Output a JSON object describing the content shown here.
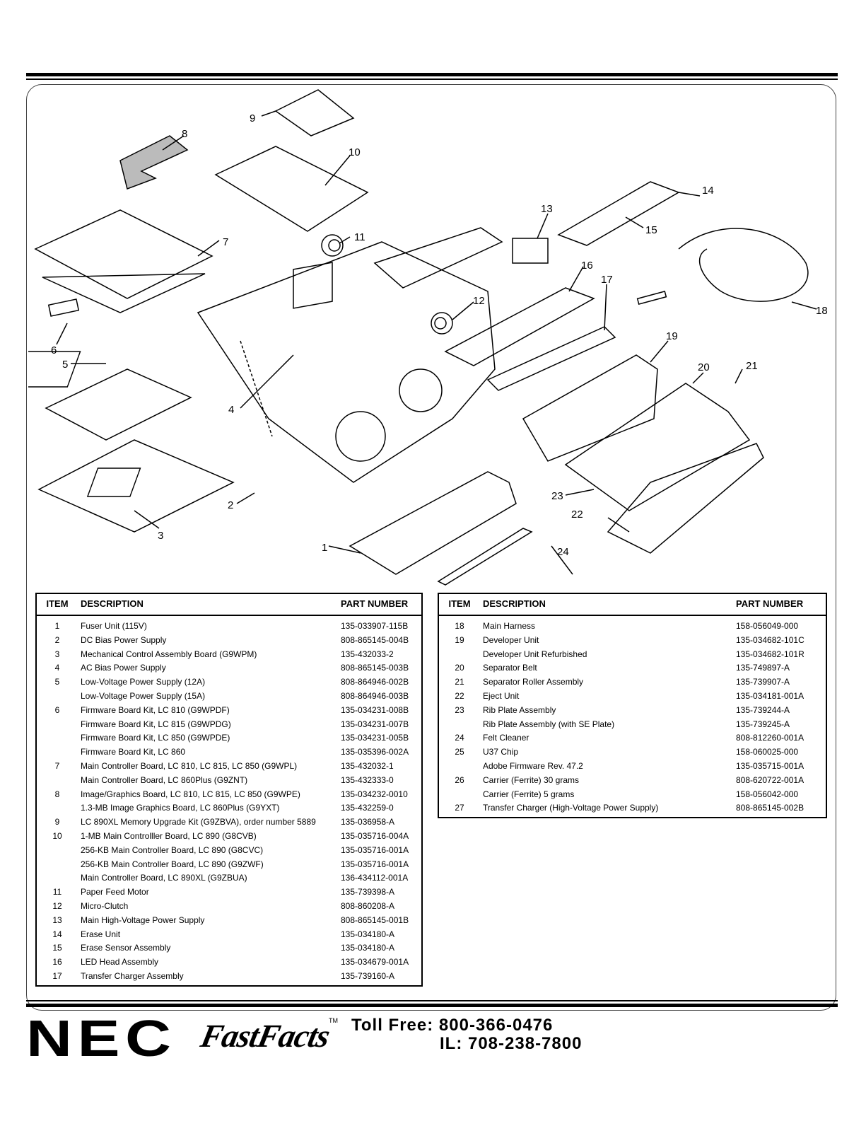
{
  "callouts": [
    "1",
    "2",
    "3",
    "4",
    "5",
    "6",
    "7",
    "8",
    "9",
    "10",
    "11",
    "12",
    "13",
    "14",
    "15",
    "16",
    "17",
    "18",
    "19",
    "20",
    "21",
    "22",
    "23",
    "24"
  ],
  "parts_table": {
    "headers": {
      "item": "ITEM",
      "description": "DESCRIPTION",
      "part_number": "PART NUMBER"
    },
    "left": [
      {
        "item": "1",
        "description": "Fuser Unit (115V)",
        "part_number": "135-033907-115B"
      },
      {
        "item": "2",
        "description": "DC Bias Power Supply",
        "part_number": "808-865145-004B"
      },
      {
        "item": "3",
        "description": "Mechanical Control Assembly Board (G9WPM)",
        "part_number": "135-432033-2"
      },
      {
        "item": "4",
        "description": "AC Bias Power Supply",
        "part_number": "808-865145-003B"
      },
      {
        "item": "5",
        "description": "Low-Voltage Power Supply (12A)",
        "part_number": "808-864946-002B"
      },
      {
        "item": "",
        "description": "Low-Voltage Power Supply (15A)",
        "part_number": "808-864946-003B"
      },
      {
        "item": "6",
        "description": "Firmware Board Kit, LC 810 (G9WPDF)",
        "part_number": "135-034231-008B"
      },
      {
        "item": "",
        "description": "Firmware Board Kit, LC 815 (G9WPDG)",
        "part_number": "135-034231-007B"
      },
      {
        "item": "",
        "description": "Firmware Board Kit, LC 850 (G9WPDE)",
        "part_number": "135-034231-005B"
      },
      {
        "item": "",
        "description": "Firmware Board Kit, LC 860",
        "part_number": "135-035396-002A"
      },
      {
        "item": "7",
        "description": "Main Controller Board, LC 810, LC 815, LC 850 (G9WPL)",
        "part_number": "135-432032-1"
      },
      {
        "item": "",
        "description": "Main Controller Board, LC 860Plus (G9ZNT)",
        "part_number": "135-432333-0"
      },
      {
        "item": "8",
        "description": "Image/Graphics Board, LC 810, LC 815, LC 850 (G9WPE)",
        "part_number": "135-034232-0010"
      },
      {
        "item": "",
        "description": "1.3-MB Image Graphics Board, LC 860Plus (G9YXT)",
        "part_number": "135-432259-0"
      },
      {
        "item": "9",
        "description": "LC 890XL Memory Upgrade Kit (G9ZBVA), order number 5889",
        "part_number": "135-036958-A"
      },
      {
        "item": "10",
        "description": "1-MB Main Controlller Board, LC 890 (G8CVB)",
        "part_number": "135-035716-004A"
      },
      {
        "item": "",
        "description": "256-KB Main Controller Board, LC 890 (G8CVC)",
        "part_number": "135-035716-001A"
      },
      {
        "item": "",
        "description": "256-KB Main Controller Board, LC 890 (G9ZWF)",
        "part_number": "135-035716-001A"
      },
      {
        "item": "",
        "description": "Main Controller Board, LC 890XL (G9ZBUA)",
        "part_number": "136-434112-001A"
      },
      {
        "item": "11",
        "description": "Paper Feed Motor",
        "part_number": "135-739398-A"
      },
      {
        "item": "12",
        "description": "Micro-Clutch",
        "part_number": "808-860208-A"
      },
      {
        "item": "13",
        "description": "Main High-Voltage Power Supply",
        "part_number": "808-865145-001B"
      },
      {
        "item": "14",
        "description": "Erase Unit",
        "part_number": "135-034180-A"
      },
      {
        "item": "15",
        "description": "Erase Sensor Assembly",
        "part_number": "135-034180-A"
      },
      {
        "item": "16",
        "description": "LED Head Assembly",
        "part_number": "135-034679-001A"
      },
      {
        "item": "17",
        "description": "Transfer Charger Assembly",
        "part_number": "135-739160-A"
      }
    ],
    "right": [
      {
        "item": "18",
        "description": "Main Harness",
        "part_number": "158-056049-000"
      },
      {
        "item": "19",
        "description": "Developer Unit",
        "part_number": "135-034682-101C"
      },
      {
        "item": "",
        "description": "Developer Unit Refurbished",
        "part_number": "135-034682-101R"
      },
      {
        "item": "20",
        "description": "Separator Belt",
        "part_number": "135-749897-A"
      },
      {
        "item": "21",
        "description": "Separator Roller Assembly",
        "part_number": "135-739907-A"
      },
      {
        "item": "22",
        "description": "Eject Unit",
        "part_number": "135-034181-001A"
      },
      {
        "item": "23",
        "description": "Rib Plate Assembly",
        "part_number": "135-739244-A"
      },
      {
        "item": "",
        "description": "Rib Plate Assembly (with SE Plate)",
        "part_number": "135-739245-A"
      },
      {
        "item": "24",
        "description": "Felt Cleaner",
        "part_number": "808-812260-001A"
      },
      {
        "item": "25",
        "description": "U37 Chip",
        "part_number": "158-060025-000"
      },
      {
        "item": "",
        "description": "Adobe Firmware Rev. 47.2",
        "part_number": "135-035715-001A"
      },
      {
        "item": "26",
        "description": "Carrier (Ferrite) 30 grams",
        "part_number": "808-620722-001A"
      },
      {
        "item": "",
        "description": "Carrier (Ferrite) 5 grams",
        "part_number": "158-056042-000"
      },
      {
        "item": "27",
        "description": "Transfer Charger (High-Voltage Power Supply)",
        "part_number": "808-865145-002B"
      }
    ]
  },
  "footer": {
    "brand": "NEC",
    "product": "FastFacts",
    "trademark": "TM",
    "toll_free": "Toll Free: 800-366-0476",
    "il_phone": "IL: 708-238-7800"
  }
}
